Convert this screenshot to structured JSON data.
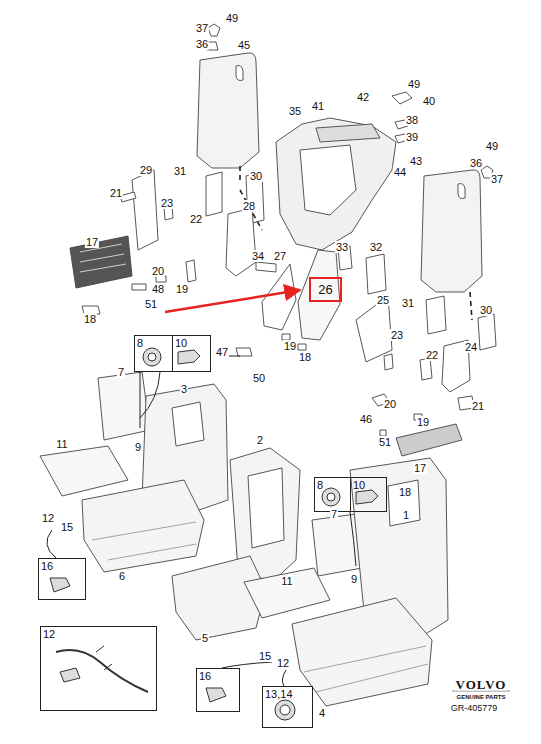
{
  "diagram": {
    "nodes": [
      {
        "text": [
          "26"
        ]
      },
      {
        "text": [
          "8",
          "10"
        ]
      },
      {
        "text": [
          "8",
          "10"
        ]
      },
      {
        "text": [
          "16"
        ]
      },
      {
        "text": [
          "12"
        ]
      },
      {
        "text": [
          "16"
        ]
      },
      {
        "text": [
          "13,14"
        ]
      }
    ],
    "labels": [
      "49",
      "37",
      "36",
      "45",
      "49",
      "42",
      "40",
      "41",
      "35",
      "38",
      "39",
      "49",
      "43",
      "36",
      "44",
      "29",
      "31",
      "30",
      "37",
      "21",
      "23",
      "28",
      "22",
      "17",
      "33",
      "32",
      "34",
      "27",
      "20",
      "19",
      "48",
      "25",
      "31",
      "51",
      "30",
      "18",
      "23",
      "19",
      "24",
      "47",
      "22",
      "18",
      "7",
      "50",
      "3",
      "20",
      "21",
      "46",
      "19",
      "2",
      "51",
      "11",
      "9",
      "17",
      "18",
      "7",
      "1",
      "12",
      "15",
      "6",
      "9",
      "11",
      "5",
      "15",
      "12",
      "VOLVO",
      "GENUINE PARTS",
      "4",
      "GR-405779"
    ]
  }
}
